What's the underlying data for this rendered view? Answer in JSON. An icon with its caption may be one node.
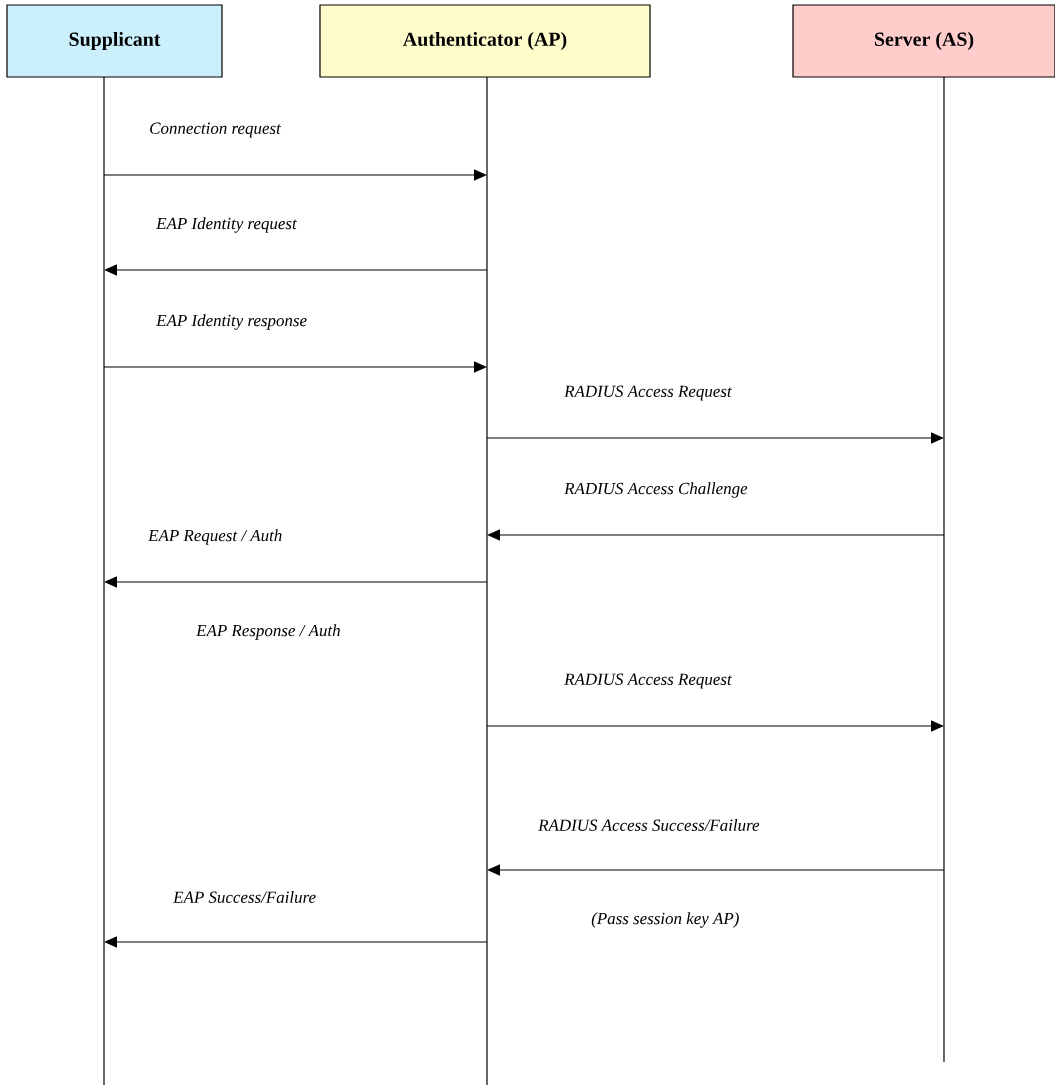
{
  "diagram": {
    "nodes": [
      {
        "text": [
          "Supplicant"
        ]
      },
      {
        "text": [
          "Authenticator (AP)"
        ]
      },
      {
        "text": [
          "Server (AS)"
        ]
      }
    ],
    "edges": [
      {
        "from": 0,
        "to": 1,
        "arrow": "to",
        "label": "Connection request"
      },
      {
        "from": 1,
        "to": 0,
        "arrow": "to",
        "label": "EAP Identity request"
      },
      {
        "from": 0,
        "to": 1,
        "arrow": "to",
        "label": "EAP Identity response"
      },
      {
        "from": 1,
        "to": 2,
        "arrow": "to",
        "label": "RADIUS Access Request"
      },
      {
        "from": 2,
        "to": 1,
        "arrow": "to",
        "label": "RADIUS Access Challenge"
      },
      {
        "from": 1,
        "to": 0,
        "arrow": "to",
        "label": "EAP Request / Auth"
      },
      {
        "from": 1,
        "to": 2,
        "arrow": "to",
        "label": "RADIUS Access Request"
      },
      {
        "from": 2,
        "to": 1,
        "arrow": "to",
        "label": "RADIUS Access Success/Failure"
      },
      {
        "from": 1,
        "to": 0,
        "arrow": "to",
        "label": "EAP Success/Failure"
      }
    ],
    "labels": [
      "EAP Response / Auth",
      "(Pass session key AP)"
    ]
  }
}
